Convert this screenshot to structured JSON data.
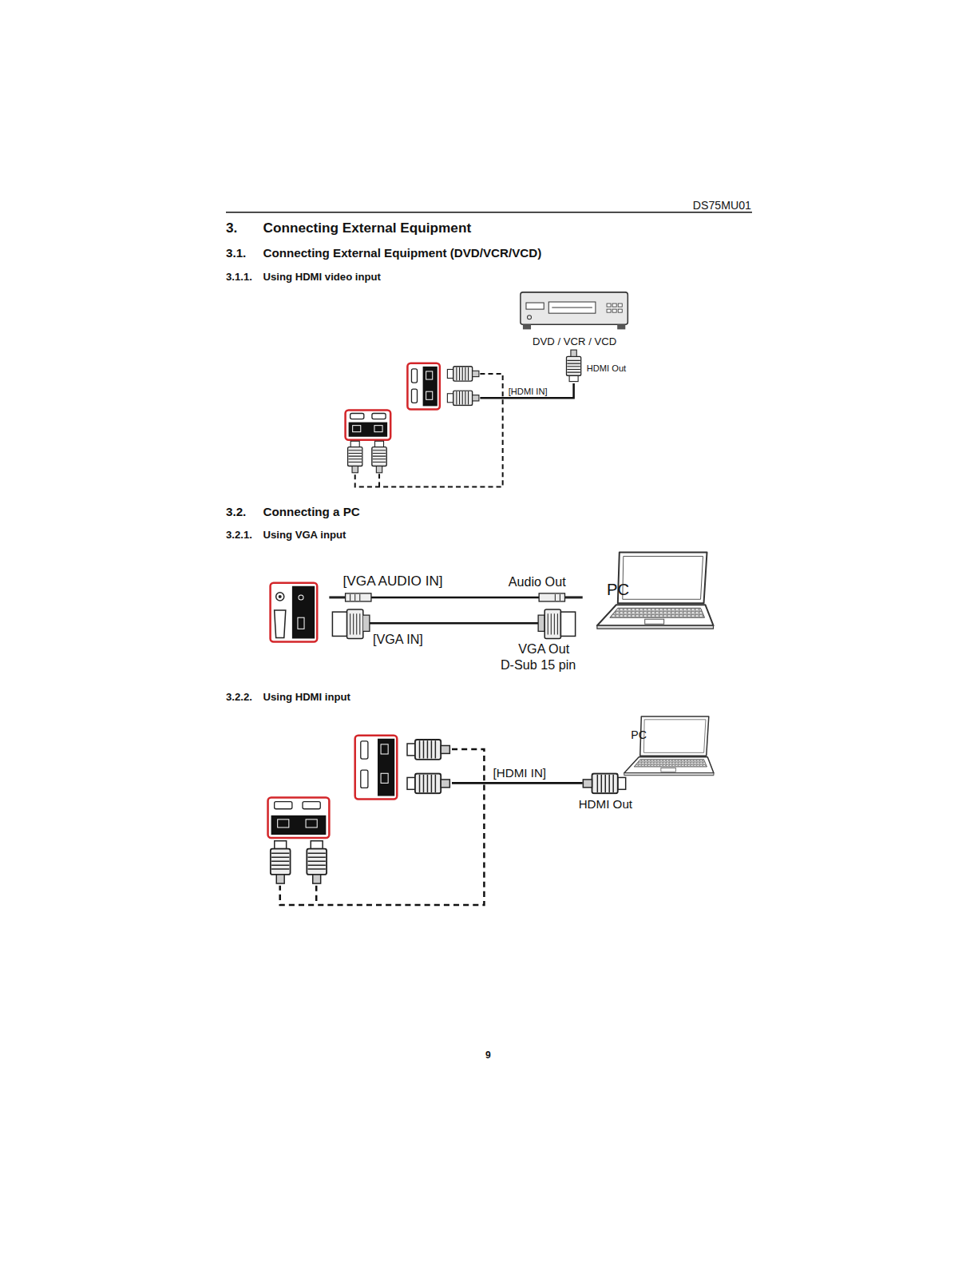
{
  "diagram": {
    "title": "Connecting External Equipment",
    "nodes": [
      {
        "text": [
          "DVD / VCR / VCD"
        ]
      },
      {
        "text": [
          "PC"
        ]
      },
      {
        "text": [
          "PC"
        ]
      }
    ],
    "labels": [
      "DS75MU01",
      "3.",
      "3.1.",
      "Connecting External Equipment (DVD/VCR/VCD)",
      "3.1.1.",
      "Using HDMI video input",
      "HDMI Out",
      "[HDMI IN]",
      "3.2.",
      "Connecting a PC",
      "3.2.1.",
      "Using VGA input",
      "[VGA AUDIO IN]",
      "Audio Out",
      "[VGA IN]",
      "VGA Out",
      "D-Sub 15 pin",
      "3.2.2.",
      "Using HDMI input",
      "[HDMI IN]",
      "HDMI Out",
      "9"
    ]
  }
}
